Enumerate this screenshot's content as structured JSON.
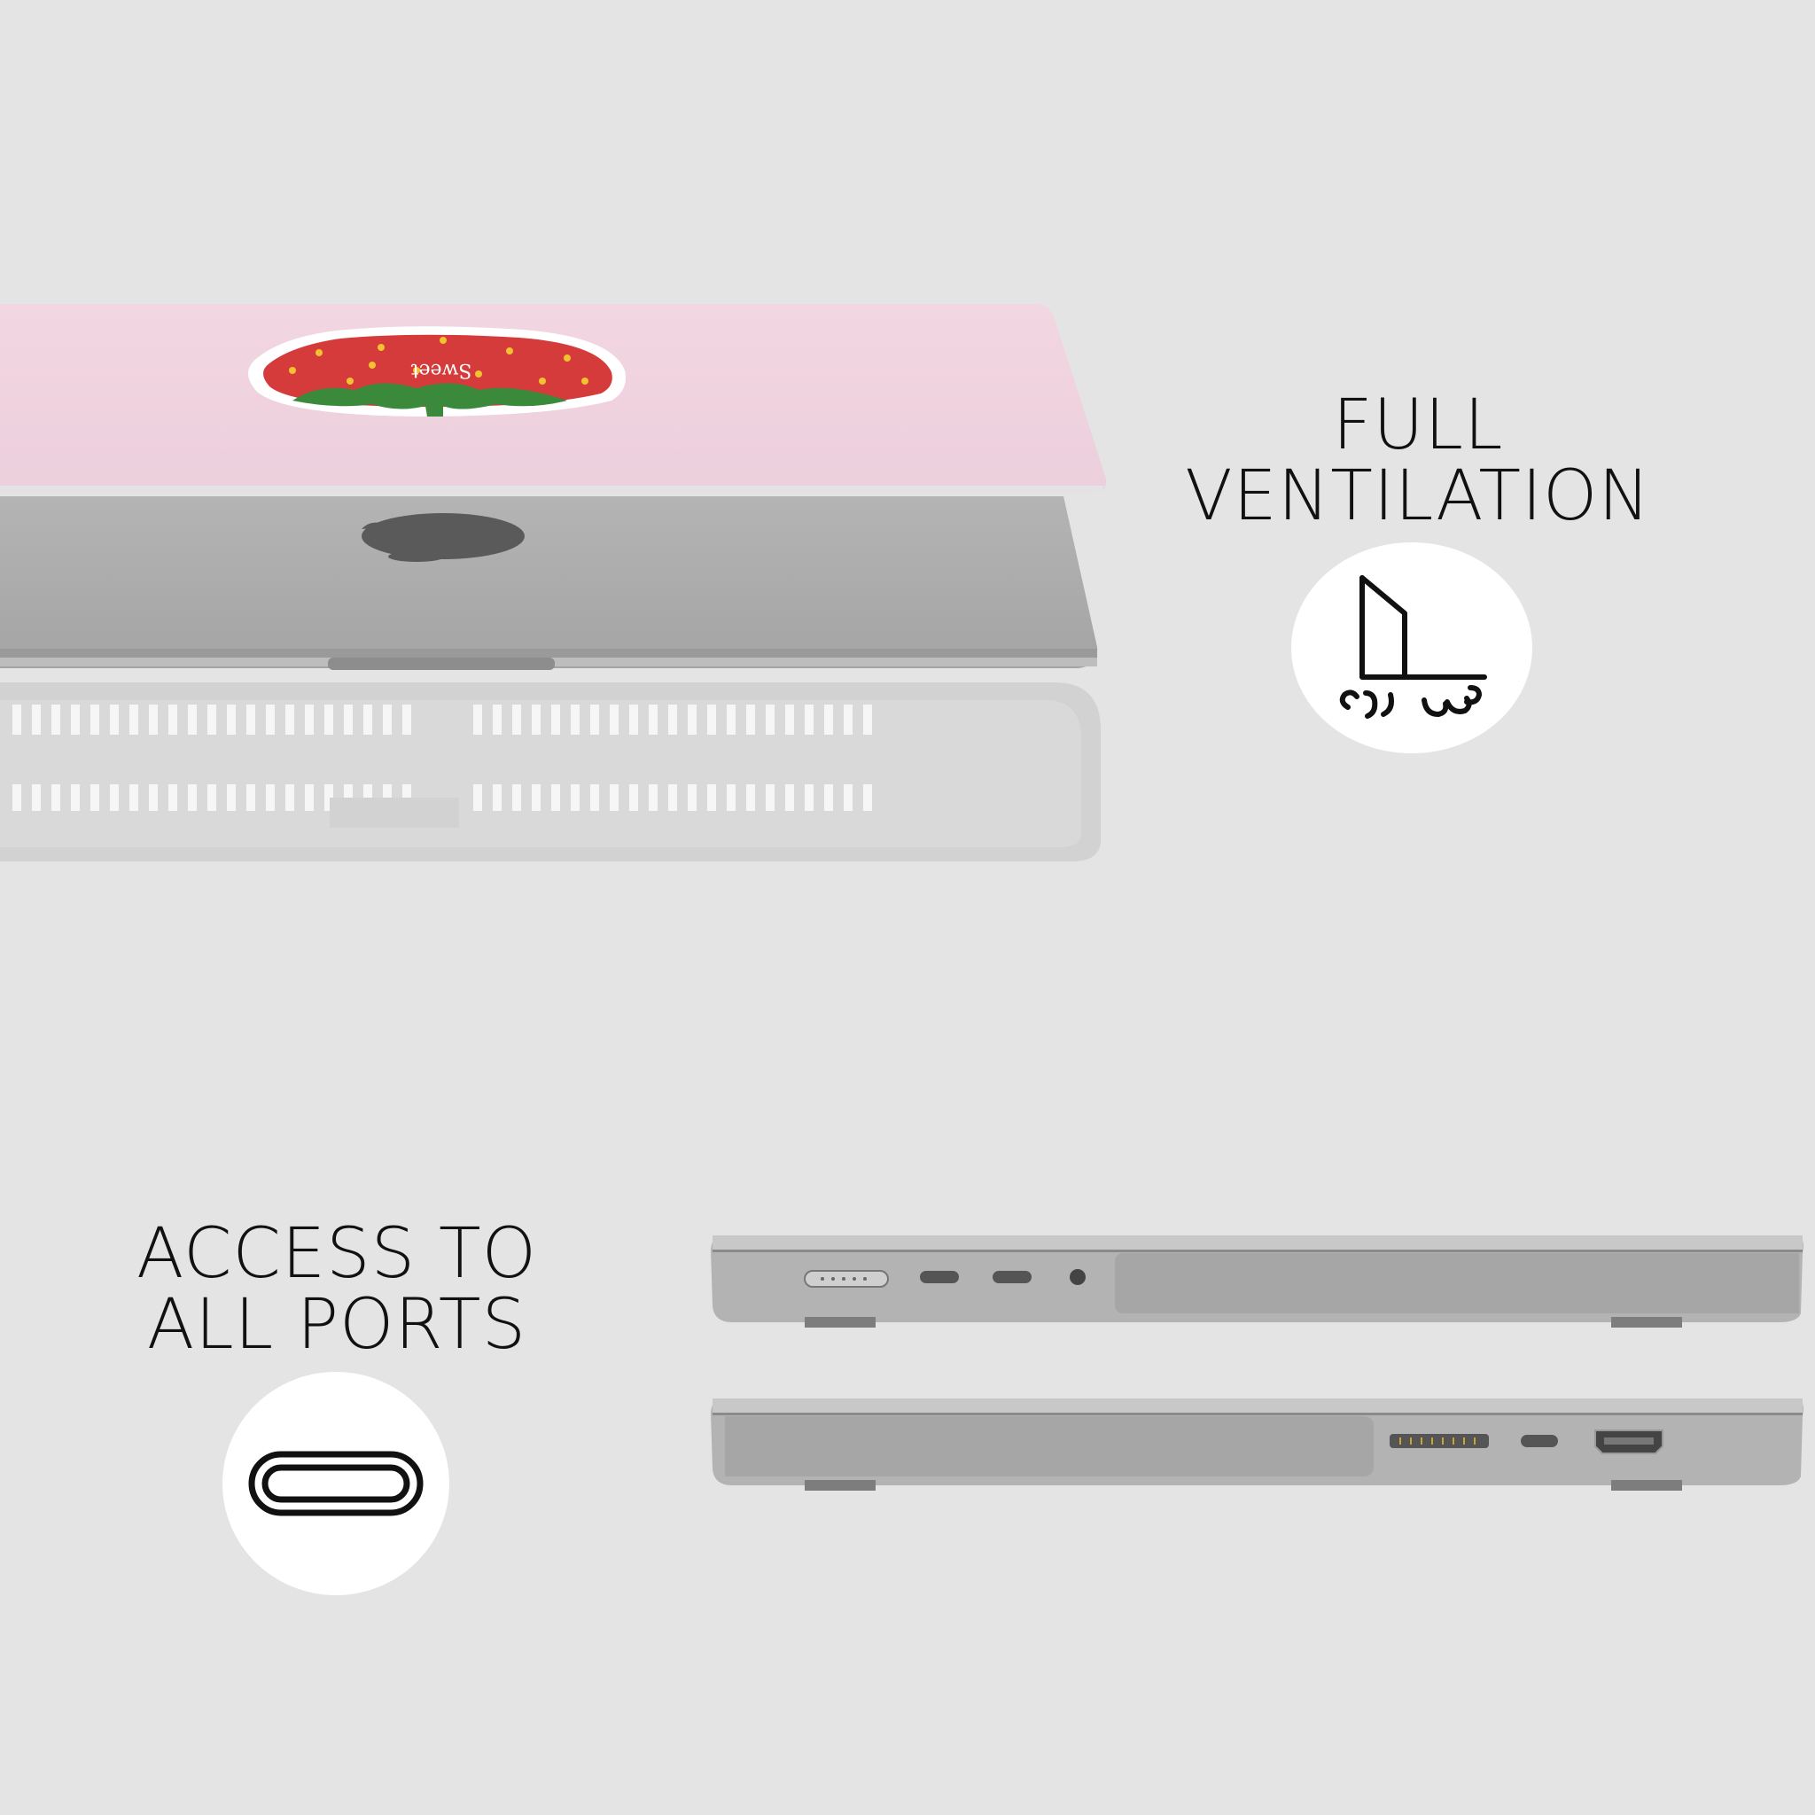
{
  "captions": {
    "ventilation": {
      "line1": "FULL",
      "line2": "VENTILATION"
    },
    "ports": {
      "line1": "ACCESS TO",
      "line2": "ALL PORTS"
    }
  },
  "icons": {
    "ventilation": "airflow-fan-icon",
    "ports": "usb-c-port-icon"
  },
  "colors": {
    "background": "#e4e4e4",
    "case_pink": "#efd0dc",
    "strawberry_red": "#d63b3b",
    "leaf_green": "#3b8a3c",
    "shell_grey": "#a9a9a9"
  }
}
